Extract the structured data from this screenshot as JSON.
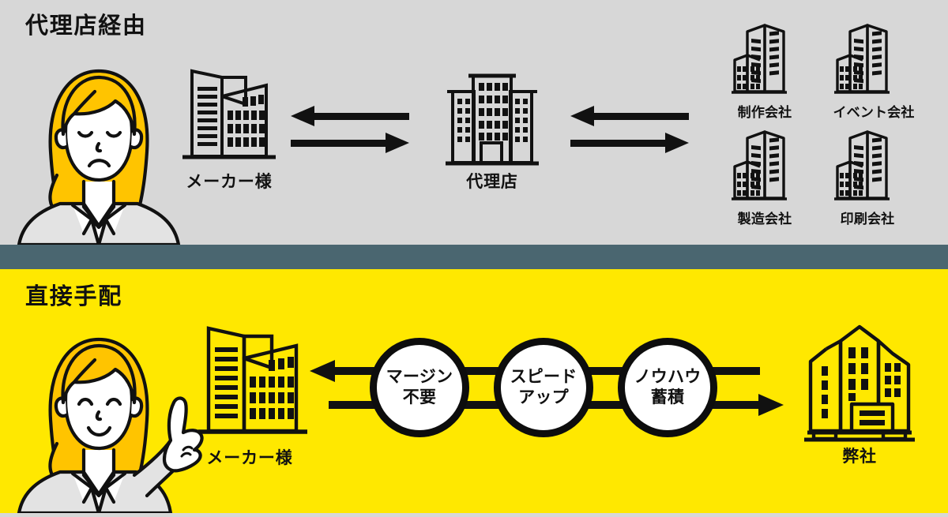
{
  "colors": {
    "top_background": "#d7d7d7",
    "divider": "#4a6670",
    "bottom_background": "#ffe800",
    "ink": "#111111",
    "hair": "#ffc400",
    "suit": "#e3e3e3",
    "skin": "#ffffff"
  },
  "sections": {
    "top": {
      "title": "代理店経由",
      "person": {
        "name": "sad-businesswoman",
        "expression": "sad"
      },
      "maker": {
        "label": "メーカー様",
        "icon": "office-buildings-icon"
      },
      "agency": {
        "label": "代理店",
        "icon": "agency-building-icon"
      },
      "arrows": [
        {
          "name": "maker-to-agency-left-arrow",
          "direction": "left"
        },
        {
          "name": "maker-to-agency-right-arrow",
          "direction": "right"
        },
        {
          "name": "agency-to-vendors-left-arrow",
          "direction": "left"
        },
        {
          "name": "agency-to-vendors-right-arrow",
          "direction": "right"
        }
      ],
      "vendors": [
        {
          "label": "制作会社",
          "icon": "company-building-icon"
        },
        {
          "label": "イベント会社",
          "icon": "company-building-icon"
        },
        {
          "label": "製造会社",
          "icon": "company-building-icon"
        },
        {
          "label": "印刷会社",
          "icon": "company-building-icon"
        }
      ]
    },
    "bottom": {
      "title": "直接手配",
      "person": {
        "name": "happy-businesswoman-pointing",
        "expression": "happy"
      },
      "maker": {
        "label": "メーカー様",
        "icon": "office-buildings-icon"
      },
      "us": {
        "label": "弊社",
        "icon": "company-complex-icon"
      },
      "benefits": [
        {
          "line1": "マージン",
          "line2": "不要"
        },
        {
          "line1": "スピード",
          "line2": "アップ"
        },
        {
          "line1": "ノウハウ",
          "line2": "蓄積"
        }
      ],
      "arrows": [
        {
          "name": "us-to-maker-left-arrow",
          "direction": "left"
        },
        {
          "name": "maker-to-us-right-arrow",
          "direction": "right"
        }
      ]
    }
  }
}
